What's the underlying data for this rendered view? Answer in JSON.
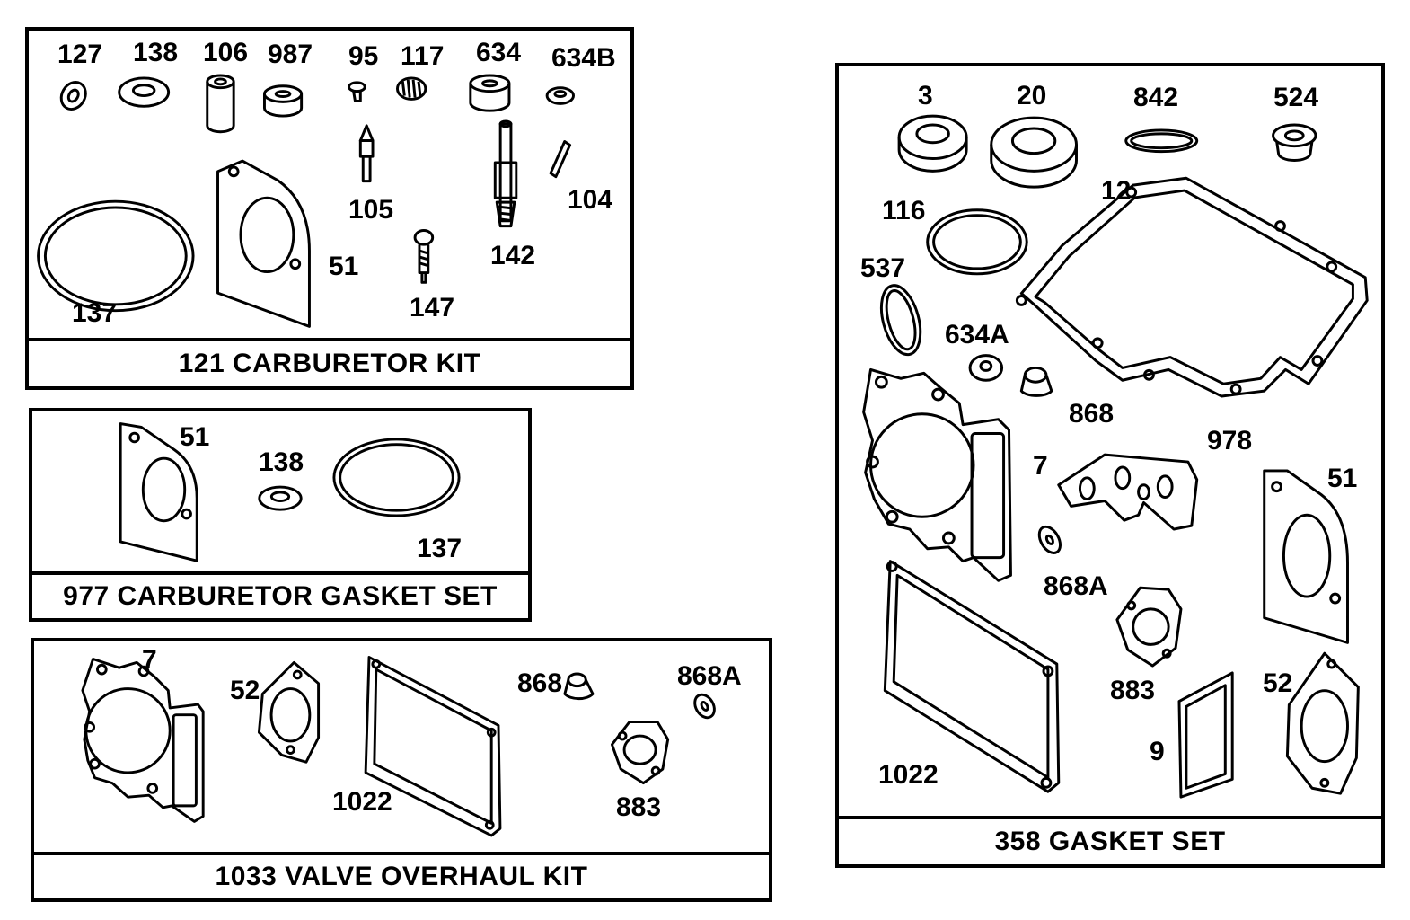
{
  "panels": {
    "carburetor_kit": {
      "title": "121 CARBURETOR KIT",
      "callouts": [
        "127",
        "138",
        "106",
        "987",
        "95",
        "117",
        "634",
        "634B",
        "105",
        "104",
        "51",
        "142",
        "137",
        "147"
      ]
    },
    "carburetor_gasket_set": {
      "title": "977 CARBURETOR GASKET SET",
      "callouts": [
        "51",
        "138",
        "137"
      ]
    },
    "valve_overhaul_kit": {
      "title": "1033 VALVE OVERHAUL KIT",
      "callouts": [
        "7",
        "52",
        "868",
        "868A",
        "1022",
        "883"
      ]
    },
    "gasket_set": {
      "title": "358 GASKET SET",
      "callouts": [
        "3",
        "20",
        "842",
        "524",
        "116",
        "12",
        "537",
        "634A",
        "868",
        "7",
        "978",
        "51",
        "868A",
        "883",
        "52",
        "1022",
        "9"
      ]
    }
  }
}
